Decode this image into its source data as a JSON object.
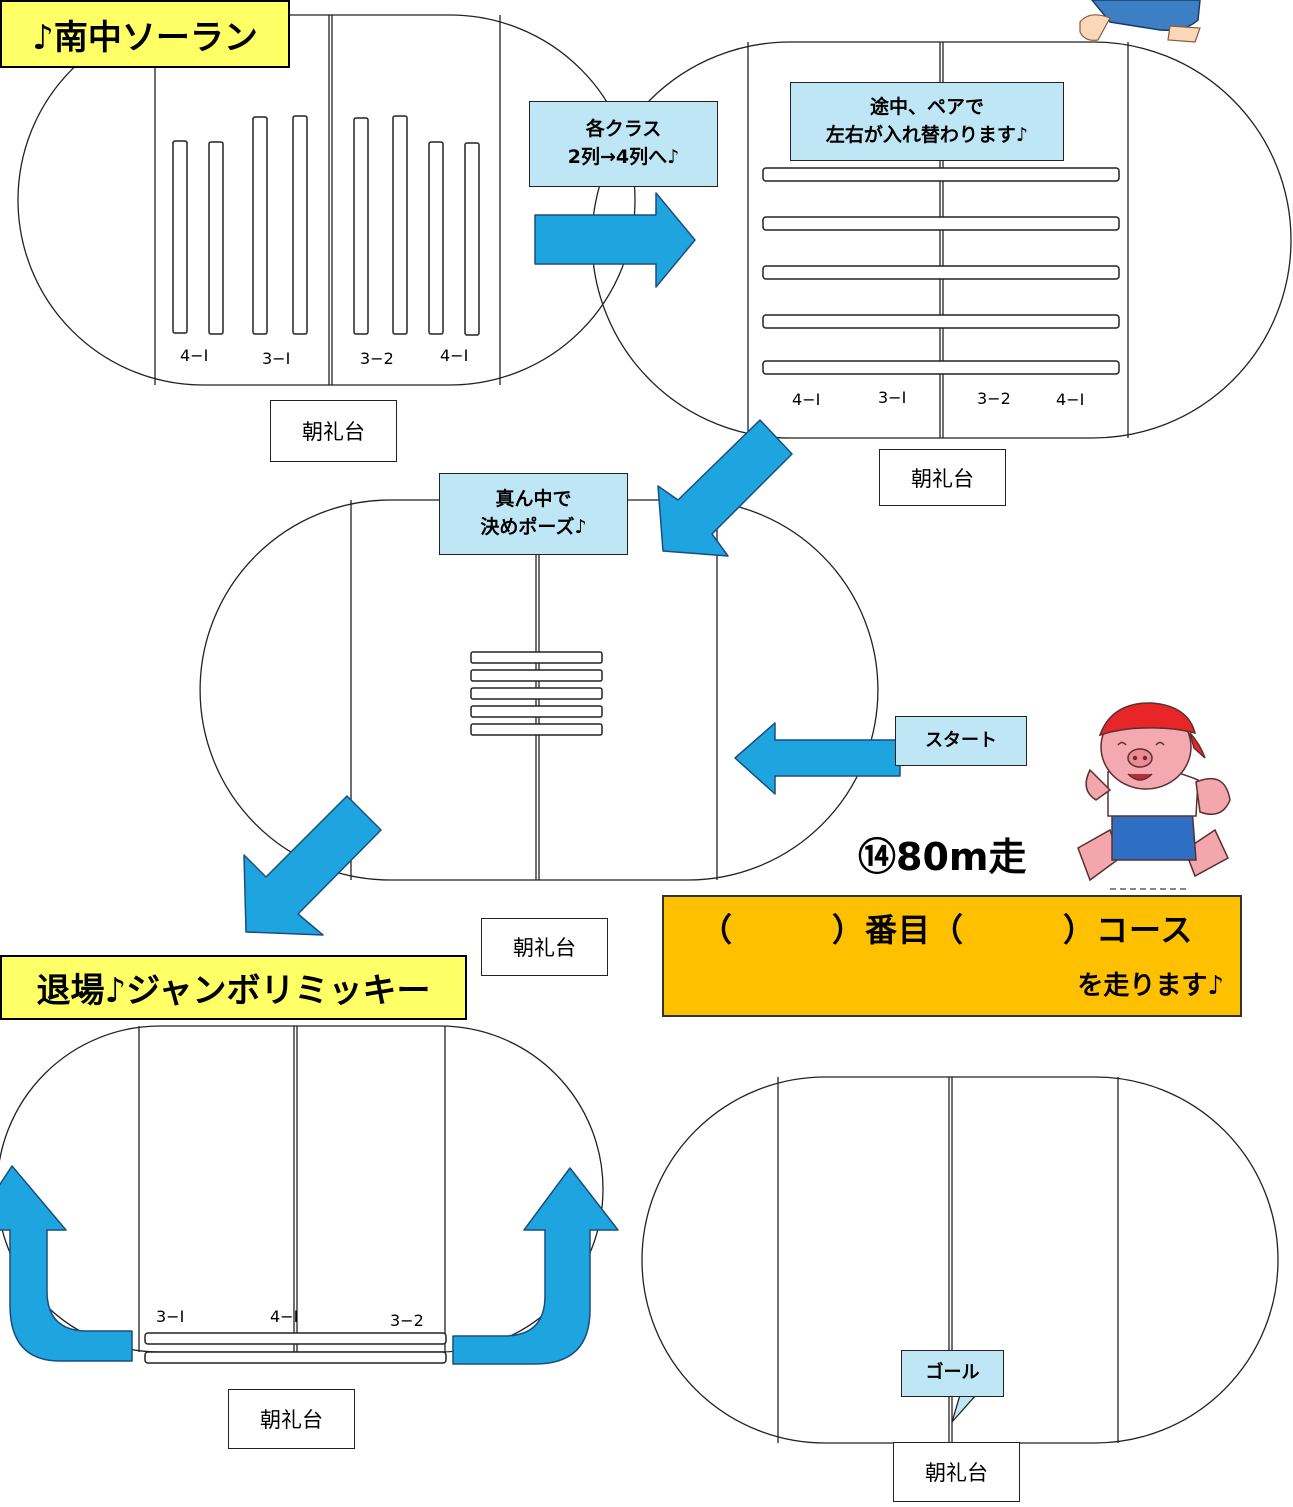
{
  "panel1": {
    "title": "♪南中ソーラン",
    "lanes": [
      "4−Ⅰ",
      "3−Ⅰ",
      "3−2",
      "4−Ⅰ"
    ],
    "stage": "朝礼台"
  },
  "callout_a": {
    "line1": "各クラス",
    "line2": "2列→4列へ♪"
  },
  "panel2": {
    "callout": {
      "line1": "途中、ペアで",
      "line2": "左右が入れ替わります♪"
    },
    "lanes": [
      "4−Ⅰ",
      "3−Ⅰ",
      "3−2",
      "4−Ⅰ"
    ],
    "stage": "朝礼台"
  },
  "panel3": {
    "callout": {
      "line1": "真ん中で",
      "line2": "決めポーズ♪"
    },
    "stage": "朝礼台"
  },
  "panel4": {
    "title": "退場♪ジャンボリミッキー",
    "lanes": [
      "3−Ⅰ",
      "4−Ⅰ",
      "3−2"
    ],
    "stage": "朝礼台"
  },
  "panel5": {
    "race_title": "⑭80m走",
    "banner": {
      "line1": "（　　　）番目（　　　）コース",
      "line2": "を走ります♪"
    },
    "start": "スタート",
    "goal": "ゴール",
    "stage": "朝礼台"
  },
  "colors": {
    "arrow": "#1ea5e0",
    "callout": "#bfe6f5",
    "title": "#ffff66",
    "banner": "#ffc000"
  },
  "icons": [
    "runner-mascot-icon",
    "pig-runner-icon"
  ]
}
